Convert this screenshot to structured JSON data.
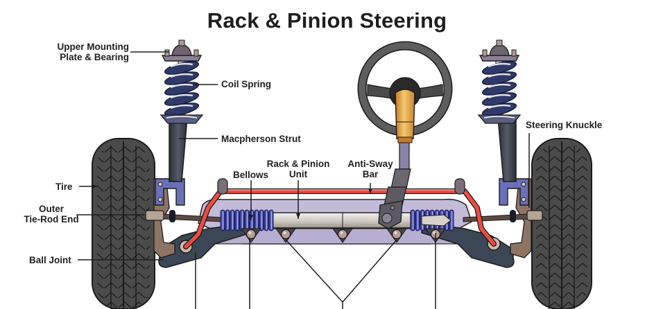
{
  "title": "Rack & Pinion Steering",
  "labels": {
    "upper_mounting": [
      "Upper Mounting",
      "Plate & Bearing"
    ],
    "coil_spring": "Coil Spring",
    "macpherson_strut": "Macpherson Strut",
    "steering_knuckle": "Steering Knuckle",
    "tire": "Tire",
    "outer_tie_rod": [
      "Outer",
      "Tie-Rod End"
    ],
    "ball_joint": "Ball Joint",
    "bellows": "Bellows",
    "rack_pinion_unit": [
      "Rack & Pinion",
      "Unit"
    ],
    "anti_sway_bar": [
      "Anti-Sway",
      "Bar"
    ]
  },
  "colors": {
    "coil": "#2f3a6b",
    "coil_light": "#4a5590",
    "sway_bar": "#e8453c",
    "strut": "#3a3e47",
    "tire": "#4a4a4a",
    "tire_dark": "#262626",
    "frame": "#bdb3d4",
    "bellows": "#4a52b0",
    "column": "#e8a43c",
    "wheel": "#5a5a5a",
    "knuckle": "#8a7060",
    "bracket": "#6a70b8",
    "leader": "#1e1e1e"
  }
}
